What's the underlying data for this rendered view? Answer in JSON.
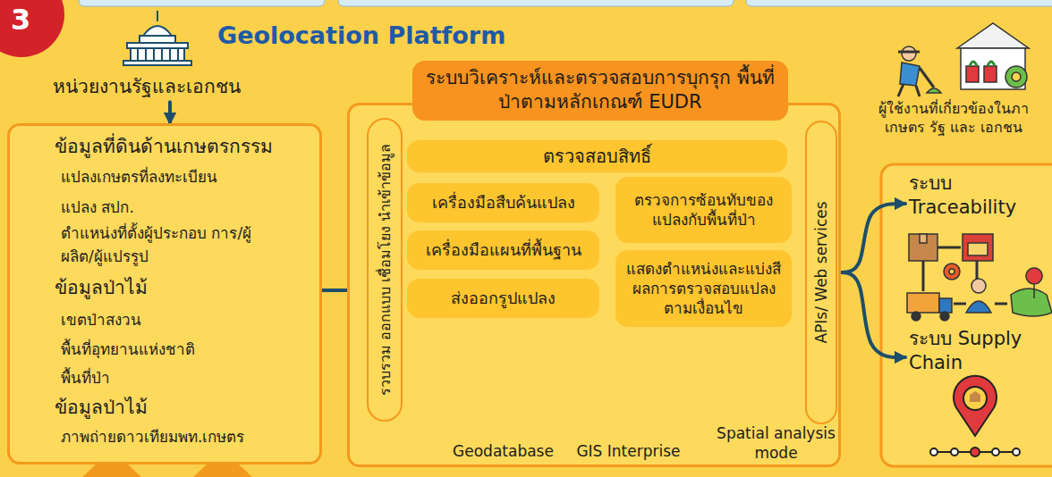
{
  "diagram": {
    "title": "Geolocation Platform",
    "nodes": [
      {
        "text": [
          "หน่วยงานรัฐและเอกชน"
        ]
      },
      {
        "text": [
          "ข้อมูลที่ดินด้านเกษตรกรรม",
          "แปลงเกษตรที่ลงทะเบียน",
          "แปลง สปก.",
          "ตำแหน่งที่ตั้งผู้ประกอบ การ/ผู้ผลิต/ผู้แปรรูป",
          "ข้อมูลป่าไม้",
          "เขตป่าสงวน",
          "พื้นที่อุทยานแห่งชาติ",
          "พื้นที่ป่า",
          "ข้อมูลป่าไม้",
          "ภาพถ่ายดาวเทียมพท.เกษตร"
        ]
      },
      {
        "text": [
          "ระบบวิเคราะห์และตรวจสอบการบุกรุก พื้นที่ป่าตามหลักเกณฑ์ EUDR"
        ]
      },
      {
        "text": [
          "รวบรวม ออกแบบ เชื่อมโยง นำเข้าข้อมูล"
        ],
        "in": 2
      },
      {
        "text": [
          "ตรวจสอบสิทธิ์"
        ],
        "in": 2
      },
      {
        "text": [
          "เครื่องมือสืบค้นแปลง"
        ],
        "in": 2
      },
      {
        "text": [
          "ตรวจการซ้อนทับของ แปลงกับพื้นที่ป่า"
        ],
        "in": 2
      },
      {
        "text": [
          "เครื่องมือแผนที่พื้นฐาน"
        ],
        "in": 2
      },
      {
        "text": [
          "แสดงตำแหน่งและแบ่งสี ผลการตรวจสอบแปลง ตามเงื่อนไข"
        ],
        "in": 2
      },
      {
        "text": [
          "ส่งออกรูปแปลง"
        ],
        "in": 2
      },
      {
        "text": [
          "APIs/ Web services"
        ],
        "in": 2
      },
      {
        "text": [
          "Geodatabase"
        ],
        "in": 2
      },
      {
        "text": [
          "GIS Interprise"
        ],
        "in": 2
      },
      {
        "text": [
          "Spatial analysis mode"
        ],
        "in": 2
      },
      {
        "text": [
          "ระบบ Traceability"
        ]
      },
      {
        "text": [
          "ระบบ Supply Chain"
        ]
      }
    ],
    "edges": [
      {
        "from": 0,
        "to": 1,
        "arrow": "to"
      },
      {
        "from": 1,
        "to": 3,
        "arrow": "to"
      },
      {
        "from": 3,
        "to": 11,
        "arrow": "to"
      },
      {
        "from": 11,
        "to": 12,
        "arrow": "to"
      },
      {
        "from": 13,
        "to": 12,
        "arrow": "to"
      },
      {
        "from": 12,
        "to": 8,
        "arrow": "both"
      },
      {
        "from": 10,
        "to": 14,
        "arrow": "to"
      },
      {
        "from": 10,
        "to": 15,
        "arrow": "to"
      }
    ],
    "labels": [
      "3",
      "ผู้ใช้งานที่เกี่ยวข้องในภา เกษตร รัฐ และ เอกชน"
    ]
  }
}
